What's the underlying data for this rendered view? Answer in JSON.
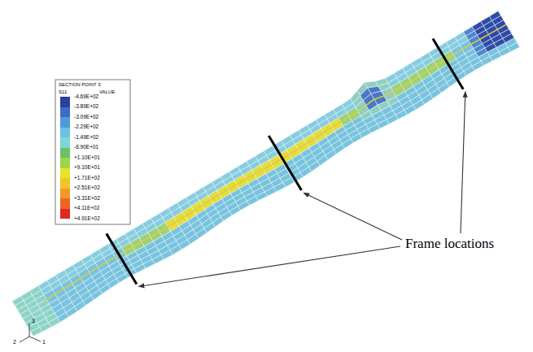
{
  "diagram": {
    "labels": [
      "SECTION POINT 3",
      "S11",
      "VALUE",
      "+4.91E+02",
      "Frame locations",
      "3",
      "1",
      "2"
    ],
    "legend": [
      {
        "text": "-4.69E+02",
        "color": "#2b3f9e"
      },
      {
        "text": "-3.89E+02",
        "color": "#3d6cc4"
      },
      {
        "text": "-3.09E+02",
        "color": "#4f9ad8"
      },
      {
        "text": "-2.29E+02",
        "color": "#6bc2e2"
      },
      {
        "text": "-1.49E+02",
        "color": "#7fd6d2"
      },
      {
        "text": "-6.90E+01",
        "color": "#6cc06a"
      },
      {
        "text": "+1.10E+01",
        "color": "#9fd44a"
      },
      {
        "text": "+9.10E+01",
        "color": "#e4e42c"
      },
      {
        "text": "+1.71E+02",
        "color": "#f2c426"
      },
      {
        "text": "+2.51E+02",
        "color": "#f29a28"
      },
      {
        "text": "+3.31E+02",
        "color": "#ee6424"
      },
      {
        "text": "+4.11E+02",
        "color": "#dc2a22"
      }
    ]
  }
}
